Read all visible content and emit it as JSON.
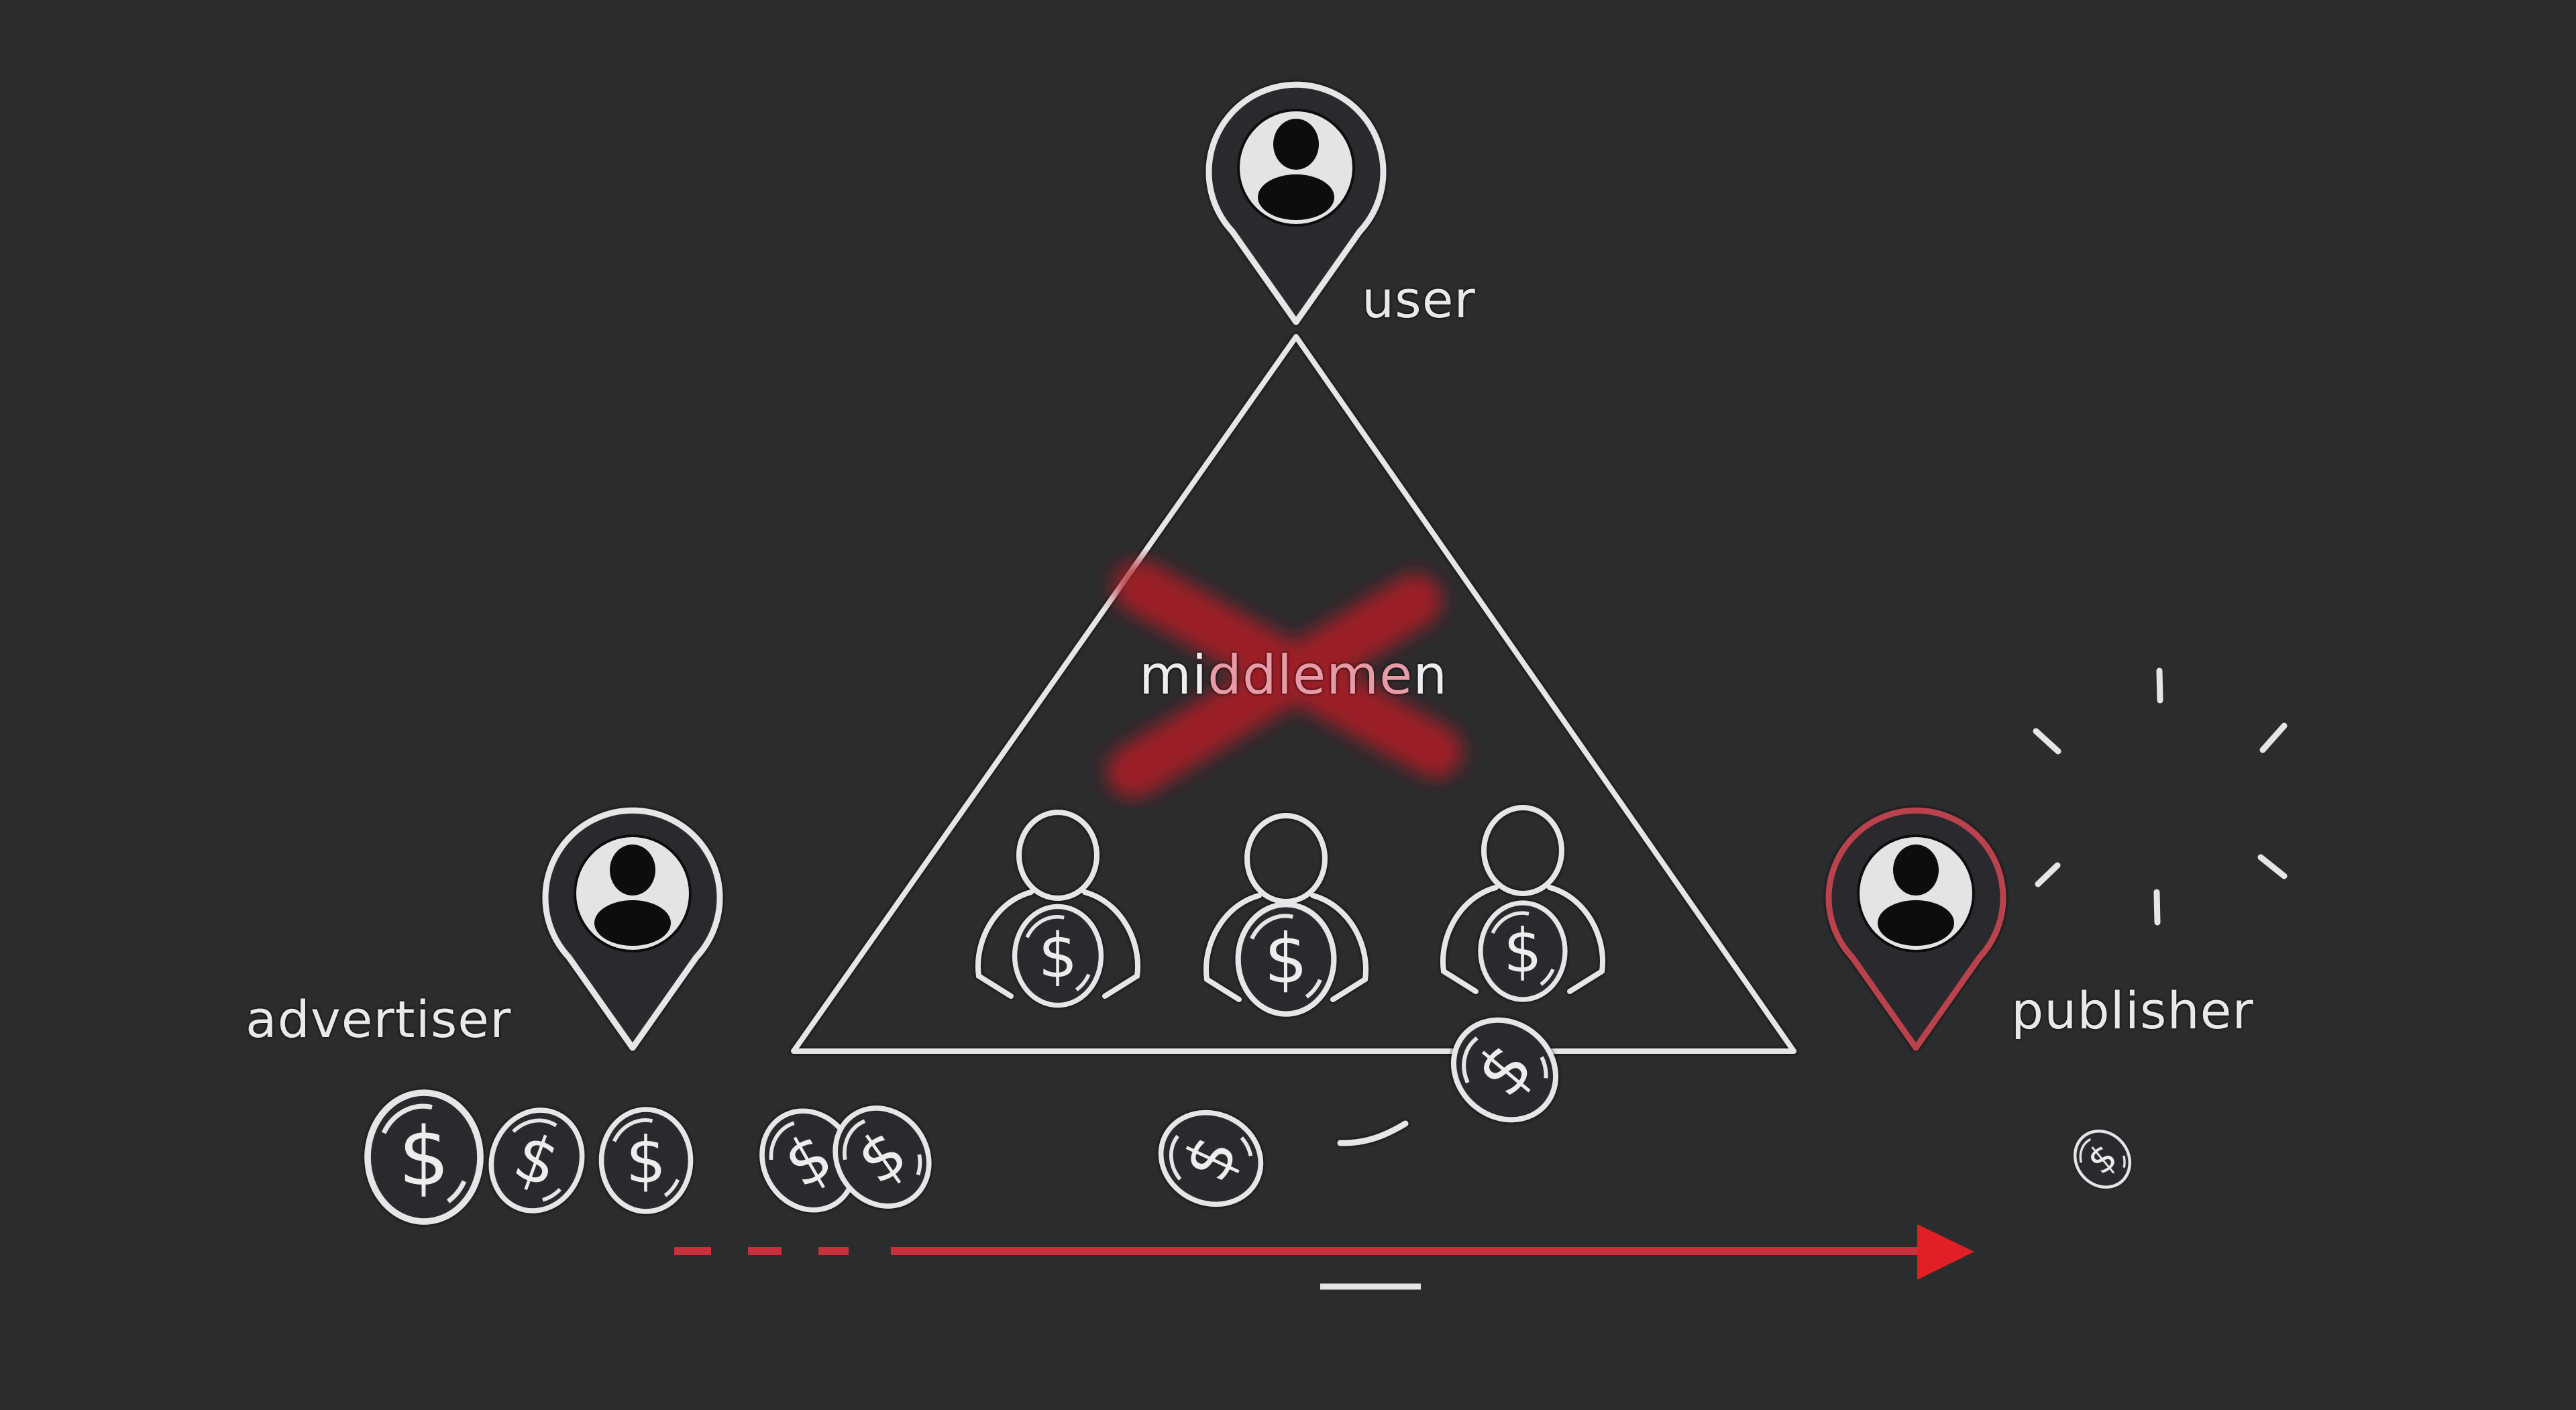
{
  "diagram": {
    "title": "Advertiser to publisher payment without middlemen",
    "background": "#2b2c2e",
    "colors": {
      "stroke": "#e6e6e6",
      "accent_red": "#d81f2a",
      "pin_red": "#b9434e",
      "cross_red": "#b01c28"
    },
    "nodes": {
      "user": {
        "label": "user",
        "icon": "user-location-pin-icon"
      },
      "advertiser": {
        "label": "advertiser",
        "icon": "user-location-pin-icon"
      },
      "publisher": {
        "label": "publisher",
        "icon": "user-location-pin-icon-highlighted"
      }
    },
    "middlemen": {
      "label_part1": "mi",
      "label_part2": "ddleme",
      "label_part3": "n",
      "crossed_out": true,
      "count": 3,
      "icon": "person-with-coin-icon"
    },
    "flow": {
      "direction": "advertiser-to-publisher",
      "arrow_color": "#d81f2a",
      "coins_near_advertiser": 5,
      "coins_in_transit": 2,
      "coins_at_publisher": 1
    }
  }
}
